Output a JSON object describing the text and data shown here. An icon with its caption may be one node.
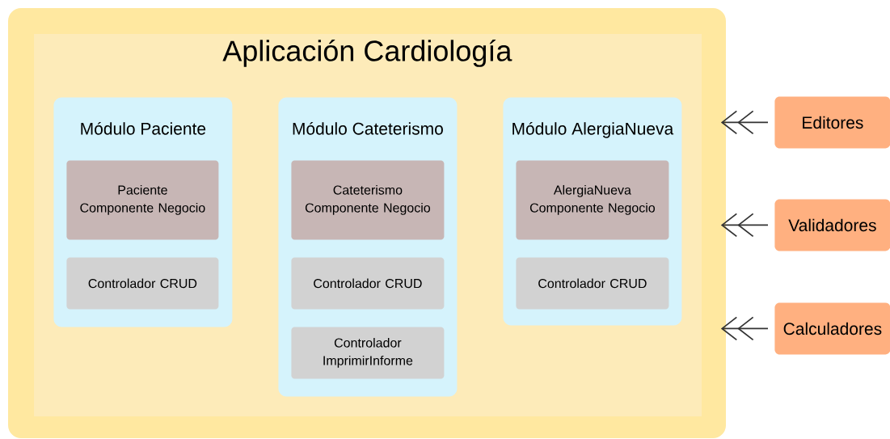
{
  "diagram": {
    "nodes": [
      {
        "text": [
          "Aplicación Cardiología"
        ]
      },
      {
        "text": [
          "Módulo Paciente"
        ],
        "in": 0
      },
      {
        "text": [
          "Paciente Componente Negocio"
        ],
        "in": 1
      },
      {
        "text": [
          "Controlador CRUD"
        ],
        "in": 1
      },
      {
        "text": [
          "Módulo Cateterismo"
        ],
        "in": 0
      },
      {
        "text": [
          "Cateterismo Componente Negocio"
        ],
        "in": 4
      },
      {
        "text": [
          "Controlador CRUD"
        ],
        "in": 4
      },
      {
        "text": [
          "Controlador ImprimirInforme"
        ],
        "in": 4
      },
      {
        "text": [
          "Módulo AlergiaNueva"
        ],
        "in": 0
      },
      {
        "text": [
          "AlergiaNueva Componente Negocio"
        ],
        "in": 8
      },
      {
        "text": [
          "Controlador CRUD"
        ],
        "in": 8
      },
      {
        "text": [
          "Editores"
        ]
      },
      {
        "text": [
          "Validadores"
        ]
      },
      {
        "text": [
          "Calculadores"
        ]
      }
    ],
    "edges": [
      {
        "from": 11,
        "to": 0,
        "arrow": "to"
      },
      {
        "from": 12,
        "to": 0,
        "arrow": "to"
      },
      {
        "from": 13,
        "to": 0,
        "arrow": "to"
      }
    ]
  }
}
